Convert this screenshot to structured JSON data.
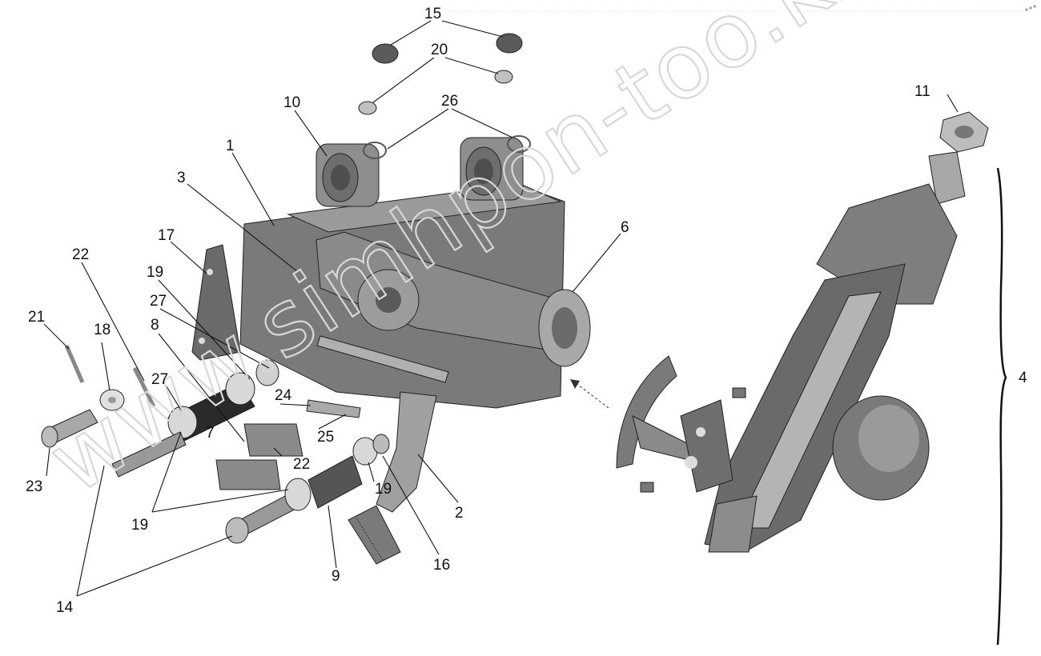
{
  "watermark": "www.simhpon-too.kz",
  "colors": {
    "background": "#ffffff",
    "metal_dark": "#5a5a5a",
    "metal_mid": "#8c8c8c",
    "metal_light": "#c8c8c8",
    "label": "#111111"
  },
  "labels": {
    "l1": "1",
    "l2": "2",
    "l3": "3",
    "l4": "4",
    "l6": "6",
    "l7": "7",
    "l8": "8",
    "l9": "9",
    "l10": "10",
    "l11": "11",
    "l14": "14",
    "l15": "15",
    "l16": "16",
    "l17": "17",
    "l18": "18",
    "l19a": "19",
    "l19b": "19",
    "l19c": "19",
    "l20": "20",
    "l21": "21",
    "l22a": "22",
    "l22b": "22",
    "l23": "23",
    "l24": "24",
    "l25": "25",
    "l26": "26",
    "l27a": "27",
    "l27b": "27"
  }
}
